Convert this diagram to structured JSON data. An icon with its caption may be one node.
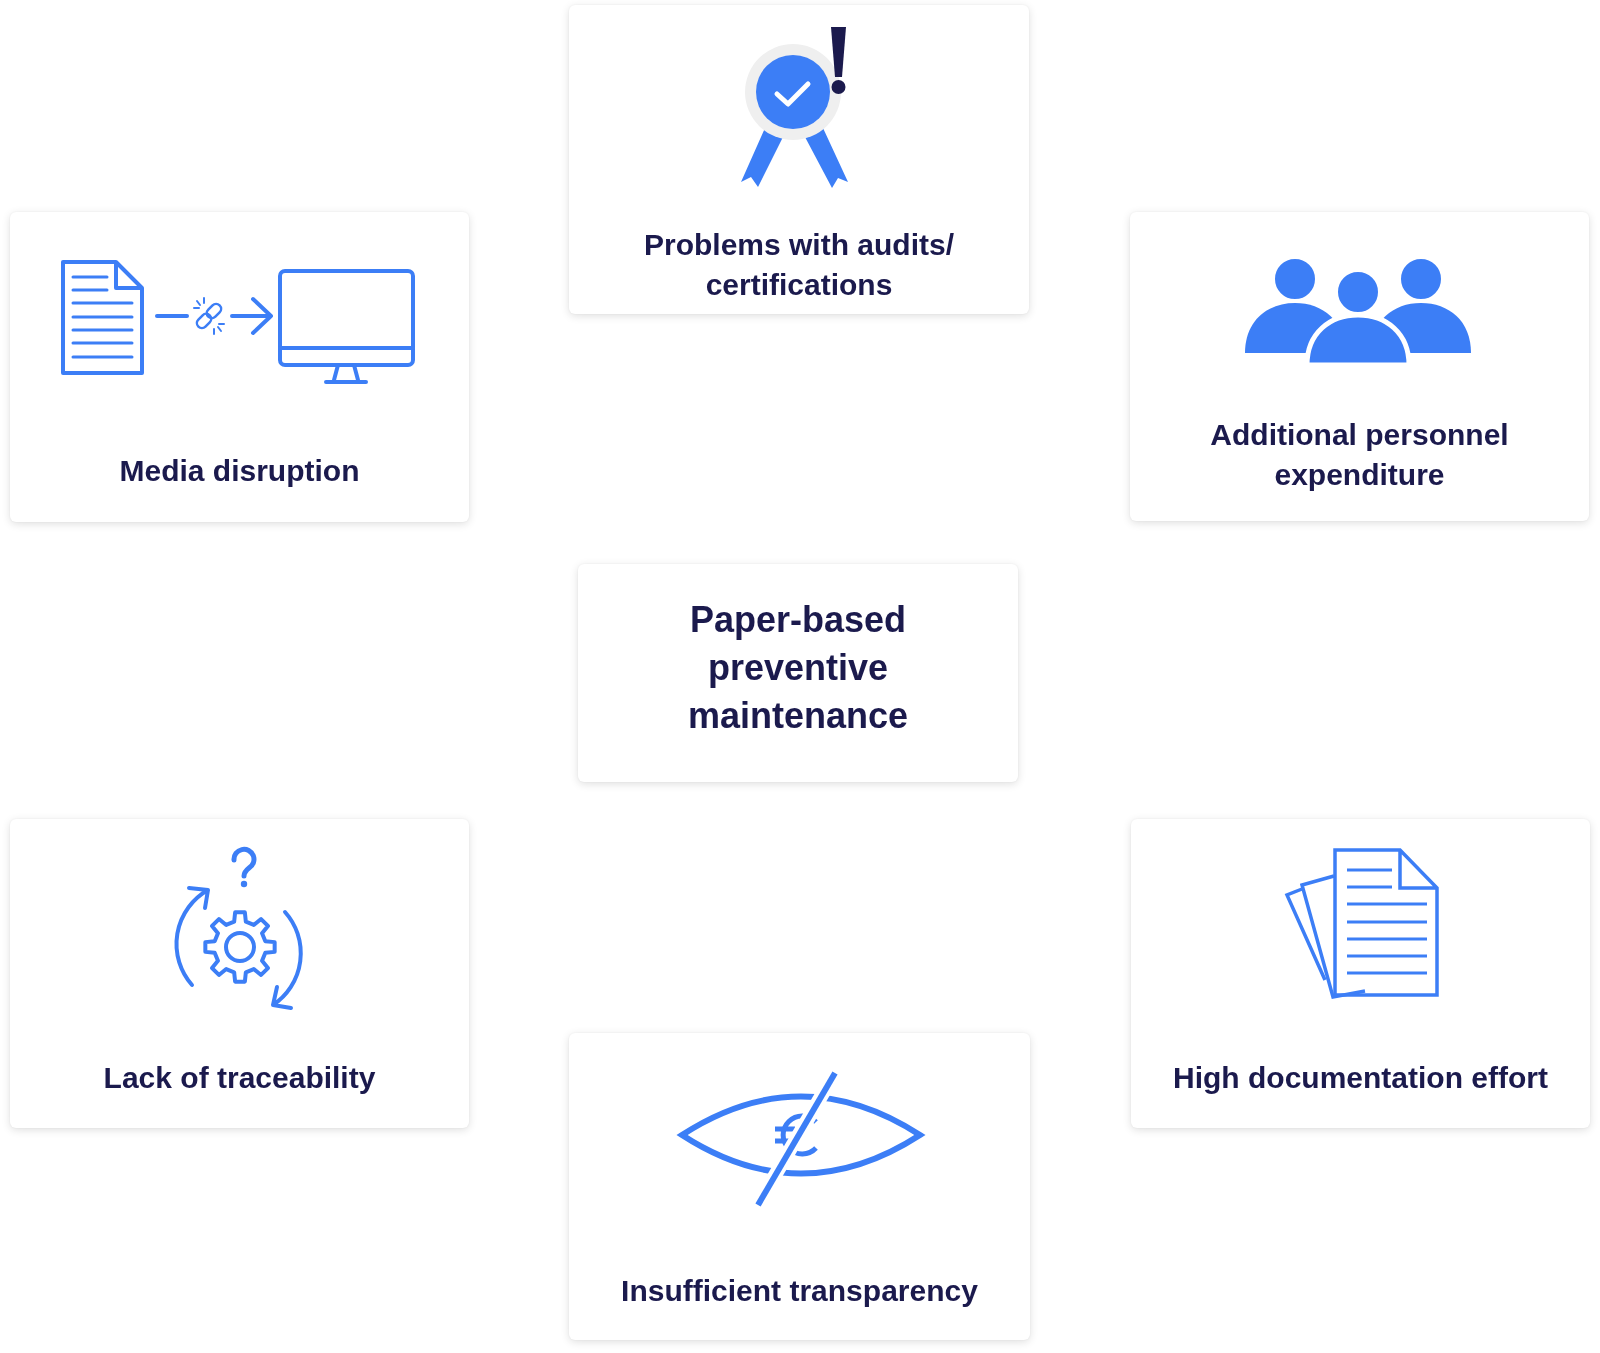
{
  "diagram": {
    "nodes": [
      {
        "text": [
          "Problems with audits/ certifications"
        ]
      },
      {
        "text": [
          "Media disruption"
        ]
      },
      {
        "text": [
          "Additional personnel expenditure"
        ]
      },
      {
        "text": [
          "Paper-based preventive maintenance"
        ]
      },
      {
        "text": [
          "Lack of traceability"
        ]
      },
      {
        "text": [
          "High documentation effort"
        ]
      },
      {
        "text": [
          "Insufficient transparency"
        ]
      }
    ]
  }
}
